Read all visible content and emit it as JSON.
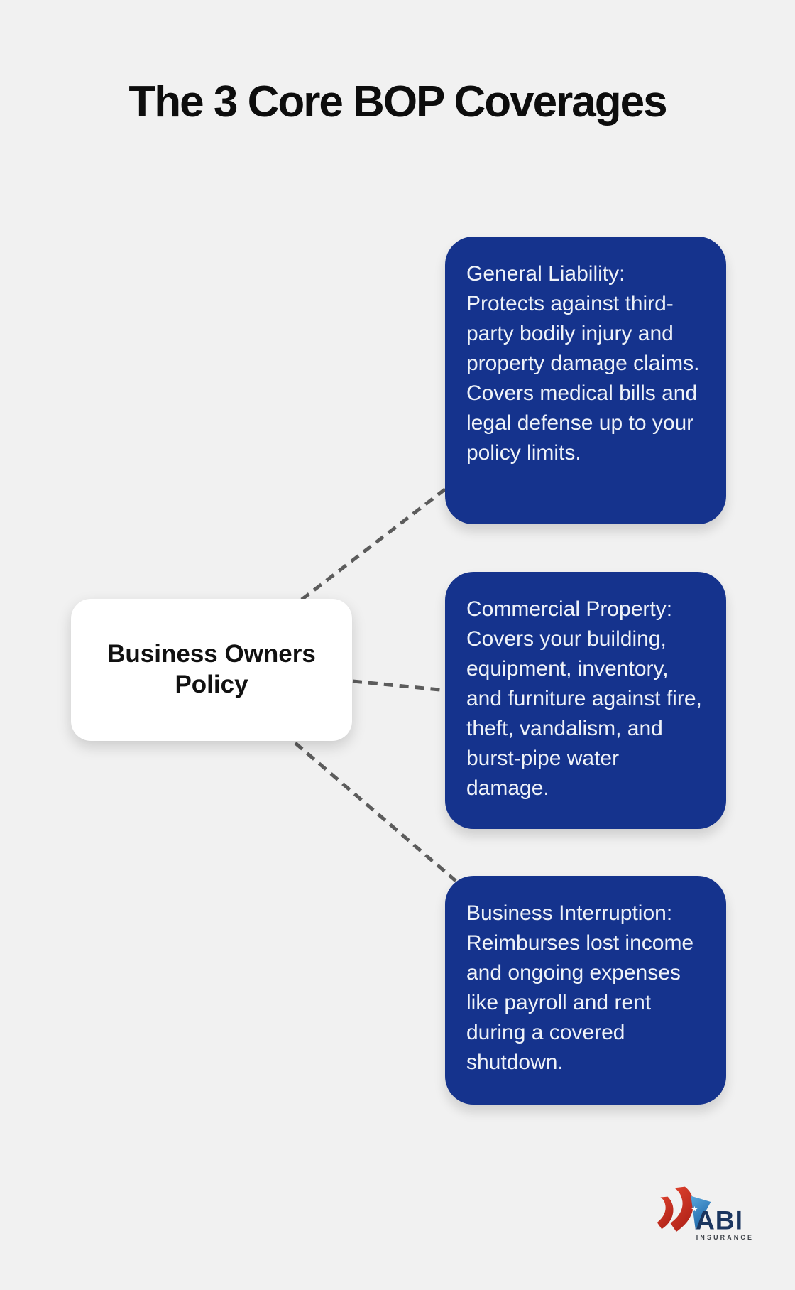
{
  "page": {
    "title": "The 3 Core BOP Coverages",
    "background_color": "#f1f1f1"
  },
  "diagram": {
    "root": {
      "label": "Business Owners Policy"
    },
    "coverages": [
      {
        "id": "general-liability",
        "text": "General Liability: Protects against third-party bodily injury and property damage claims. Covers medical bills and legal defense up to your policy limits."
      },
      {
        "id": "commercial-property",
        "text": "Commercial Property: Covers your building, equipment, inventory, and furniture against fire, theft, vandalism, and burst-pipe water damage."
      },
      {
        "id": "business-interruption",
        "text": "Business Interruption: Reimburses lost income and ongoing expenses like payroll and rent during a covered shutdown."
      }
    ],
    "node_color": "#15338d",
    "node_text_color": "#eef2f8",
    "connector_color": "#5c5c5c"
  },
  "logo": {
    "name": "ABI",
    "subtitle": "INSURANCE",
    "navy": "#1a355f",
    "red": "#cc2a1c",
    "flag_blue": "#2e7fc2"
  }
}
